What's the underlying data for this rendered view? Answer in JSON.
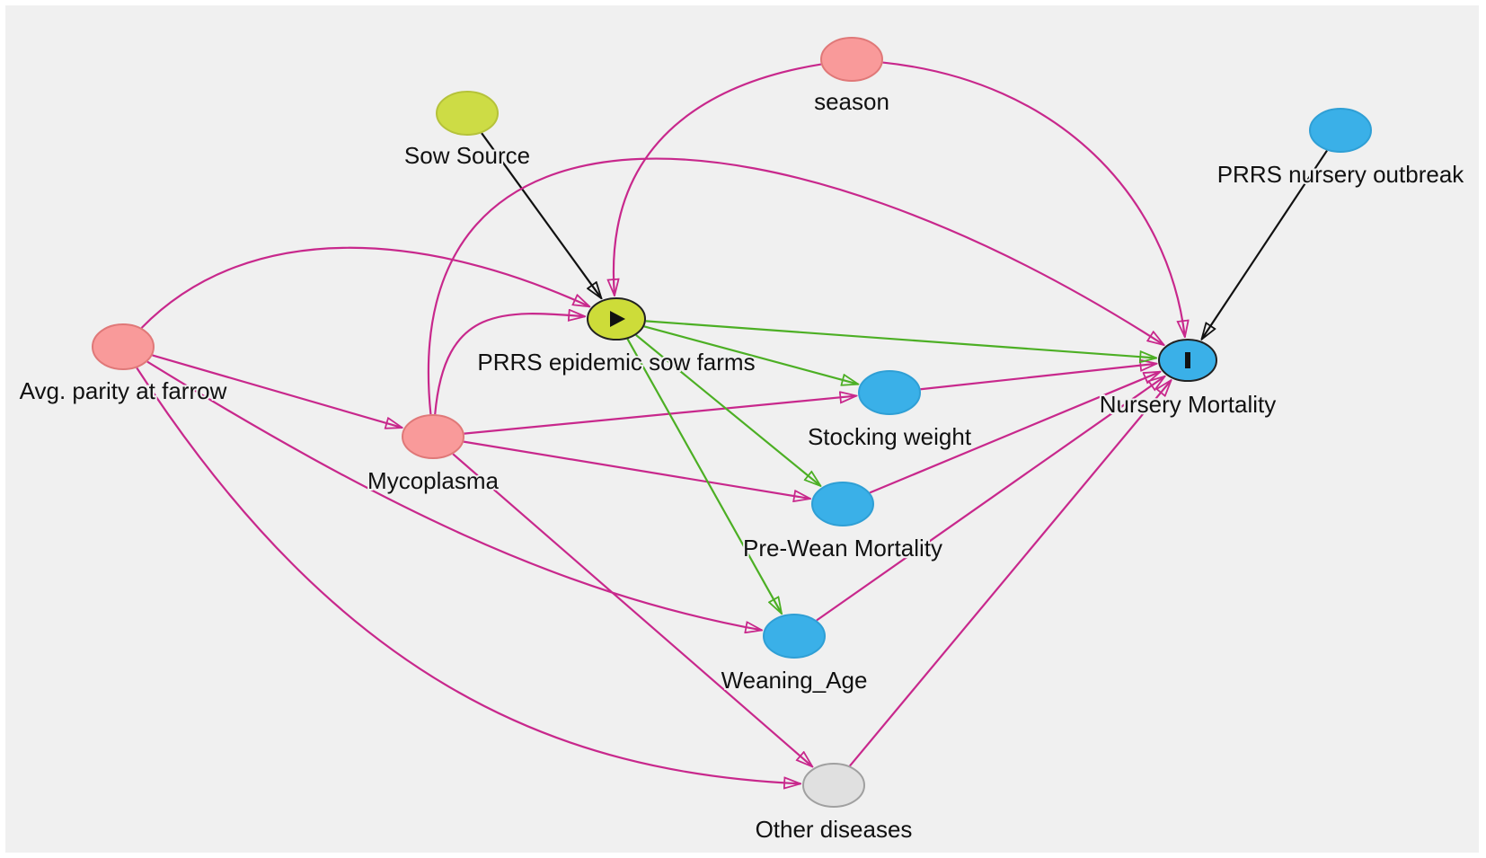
{
  "colors": {
    "background": "#f0f0f0",
    "adjusted_node": "#f99a9a",
    "adjusted_stroke": "#e07878",
    "exposure_node": "#cddc39",
    "exposure_stroke": "#222222",
    "ancestor_exposure_node": "#cddc45",
    "ancestor_exposure_stroke": "#b5c23a",
    "outcome_node": "#3ab0e8",
    "outcome_stroke": "#222222",
    "ancestor_outcome_node": "#3ab0e8",
    "ancestor_outcome_stroke": "#2f9fd5",
    "other_node": "#e0e0e0",
    "other_stroke": "#a0a0a0",
    "biasing_edge": "#c8288c",
    "causal_edge": "#4caf24",
    "plain_edge": "#111111"
  },
  "nodes": [
    {
      "id": "season",
      "label": "season",
      "kind": "adjusted",
      "icon": ""
    },
    {
      "id": "sow_source",
      "label": "Sow Source",
      "kind": "ancestor_exposure",
      "icon": ""
    },
    {
      "id": "prrs_nursery",
      "label": "PRRS nursery outbreak",
      "kind": "ancestor_outcome",
      "icon": ""
    },
    {
      "id": "prrs_epidemic",
      "label": "PRRS epidemic sow farms",
      "kind": "exposure",
      "icon": "play-icon"
    },
    {
      "id": "nursery_mortality",
      "label": "Nursery Mortality",
      "kind": "outcome",
      "icon": "outcome-bar-icon"
    },
    {
      "id": "avg_parity",
      "label": "Avg. parity at farrow",
      "kind": "adjusted",
      "icon": ""
    },
    {
      "id": "mycoplasma",
      "label": "Mycoplasma",
      "kind": "adjusted",
      "icon": ""
    },
    {
      "id": "stocking_weight",
      "label": "Stocking weight",
      "kind": "ancestor_outcome",
      "icon": ""
    },
    {
      "id": "pre_wean",
      "label": "Pre-Wean Mortality",
      "kind": "ancestor_outcome",
      "icon": ""
    },
    {
      "id": "weaning_age",
      "label": "Weaning_Age",
      "kind": "ancestor_outcome",
      "icon": ""
    },
    {
      "id": "other_diseases",
      "label": "Other diseases",
      "kind": "other",
      "icon": ""
    }
  ],
  "edges": [
    {
      "from": "sow_source",
      "to": "prrs_epidemic",
      "type": "plain"
    },
    {
      "from": "prrs_nursery",
      "to": "nursery_mortality",
      "type": "plain"
    },
    {
      "from": "season",
      "to": "prrs_epidemic",
      "type": "biasing"
    },
    {
      "from": "season",
      "to": "nursery_mortality",
      "type": "biasing"
    },
    {
      "from": "mycoplasma",
      "to": "nursery_mortality",
      "type": "biasing"
    },
    {
      "from": "avg_parity",
      "to": "prrs_epidemic",
      "type": "biasing"
    },
    {
      "from": "mycoplasma",
      "to": "prrs_epidemic",
      "type": "biasing"
    },
    {
      "from": "avg_parity",
      "to": "mycoplasma",
      "type": "biasing"
    },
    {
      "from": "avg_parity",
      "to": "weaning_age",
      "type": "biasing"
    },
    {
      "from": "avg_parity",
      "to": "other_diseases",
      "type": "biasing"
    },
    {
      "from": "mycoplasma",
      "to": "stocking_weight",
      "type": "biasing"
    },
    {
      "from": "mycoplasma",
      "to": "pre_wean",
      "type": "biasing"
    },
    {
      "from": "mycoplasma",
      "to": "other_diseases",
      "type": "biasing"
    },
    {
      "from": "stocking_weight",
      "to": "nursery_mortality",
      "type": "biasing"
    },
    {
      "from": "pre_wean",
      "to": "nursery_mortality",
      "type": "biasing"
    },
    {
      "from": "weaning_age",
      "to": "nursery_mortality",
      "type": "biasing"
    },
    {
      "from": "other_diseases",
      "to": "nursery_mortality",
      "type": "biasing"
    },
    {
      "from": "prrs_epidemic",
      "to": "nursery_mortality",
      "type": "causal"
    },
    {
      "from": "prrs_epidemic",
      "to": "stocking_weight",
      "type": "causal"
    },
    {
      "from": "prrs_epidemic",
      "to": "pre_wean",
      "type": "causal"
    },
    {
      "from": "prrs_epidemic",
      "to": "weaning_age",
      "type": "causal"
    }
  ]
}
